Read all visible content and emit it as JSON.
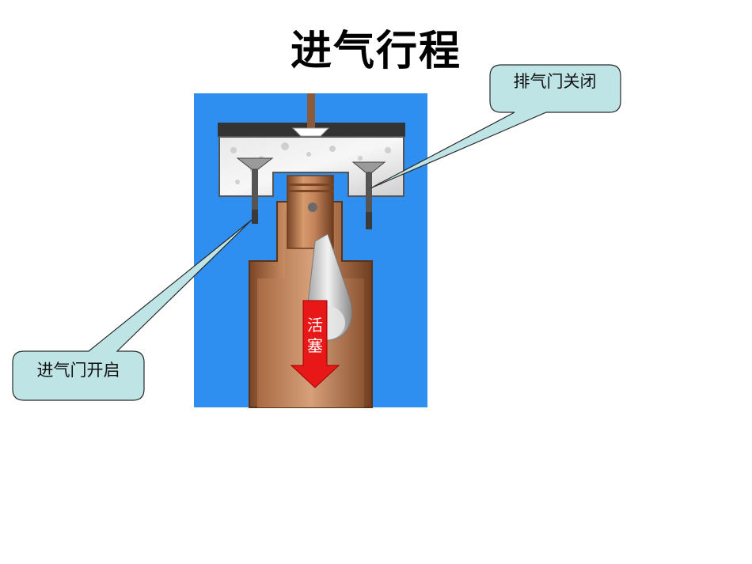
{
  "title": "进气行程",
  "callouts": {
    "exhaust_valve": "排气门关闭",
    "intake_valve": "进气门开启"
  },
  "piston_arrow": {
    "line1": "活",
    "line2": "塞"
  },
  "colors": {
    "background_panel": "#2f8ff0",
    "callout_fill": "#bfe4e6",
    "cylinder_copper": "#b9764a",
    "arrow_red": "#e81818"
  }
}
